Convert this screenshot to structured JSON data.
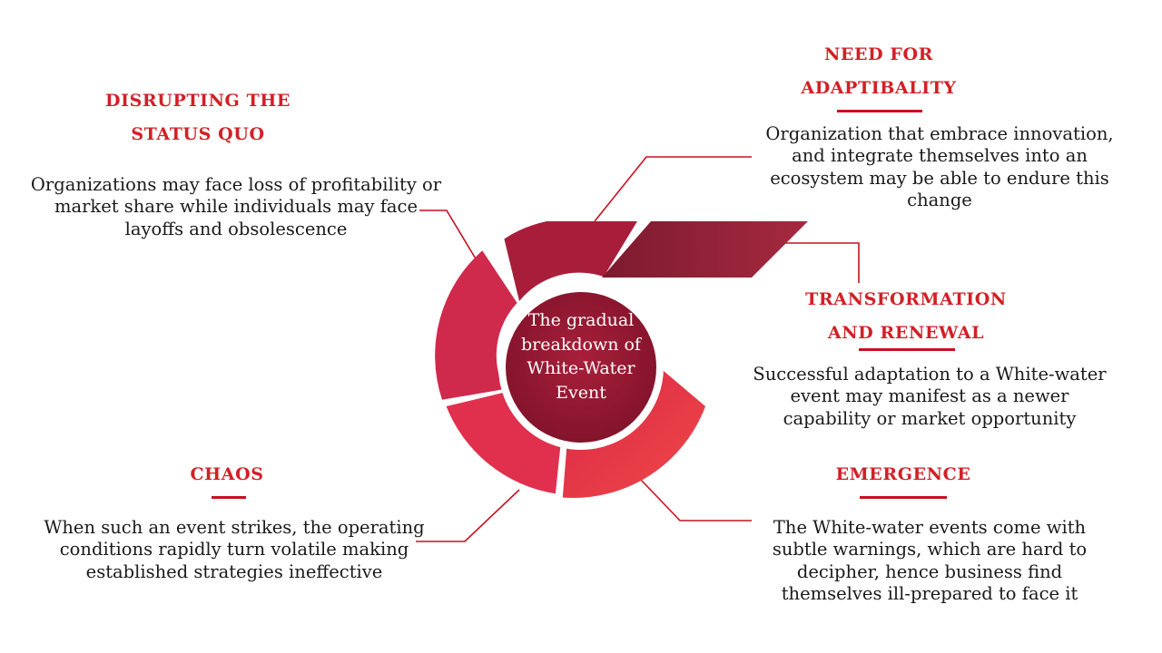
{
  "center": {
    "lines": [
      "The gradual",
      "breakdown of",
      "White-Water",
      "Event"
    ]
  },
  "stages": [
    {
      "id": "disrupting",
      "title_lines": [
        "DISRUPTING THE",
        "STATUS QUO"
      ],
      "desc_lines": [
        "Organizations may face loss of profitability or",
        "market share while individuals may face",
        "layoffs and obsolescence"
      ]
    },
    {
      "id": "adaptability",
      "title_lines": [
        "NEED FOR",
        "ADAPTIBALITY"
      ],
      "desc_lines": [
        "Organization that embrace innovation,",
        "and integrate themselves into an",
        "ecosystem may be able to endure this",
        "change"
      ]
    },
    {
      "id": "transformation",
      "title_lines": [
        "TRANSFORMATION",
        "AND RENEWAL"
      ],
      "desc_lines": [
        "Successful adaptation to a White-water",
        "event may manifest as a newer",
        "capability or market opportunity"
      ]
    },
    {
      "id": "chaos",
      "title_lines": [
        "CHAOS"
      ],
      "desc_lines": [
        "When such an event strikes, the operating",
        "conditions rapidly turn volatile making",
        "established strategies ineffective"
      ]
    },
    {
      "id": "emergence",
      "title_lines": [
        "EMERGENCE"
      ],
      "desc_lines": [
        "The White-water events come with",
        "subtle warnings, which are hard to",
        "decipher, hence business find",
        "themselves ill-prepared to face it"
      ]
    }
  ],
  "colors": {
    "accent_red": "#d31f26",
    "segment_chaos": "#e0304e",
    "segment_disrupting": "#cf2a4c",
    "segment_adaptability": "#a81e3a",
    "segment_transformation": "#8a1e33",
    "segment_emergence": "#ea3a48",
    "core": "#9c1a33"
  }
}
